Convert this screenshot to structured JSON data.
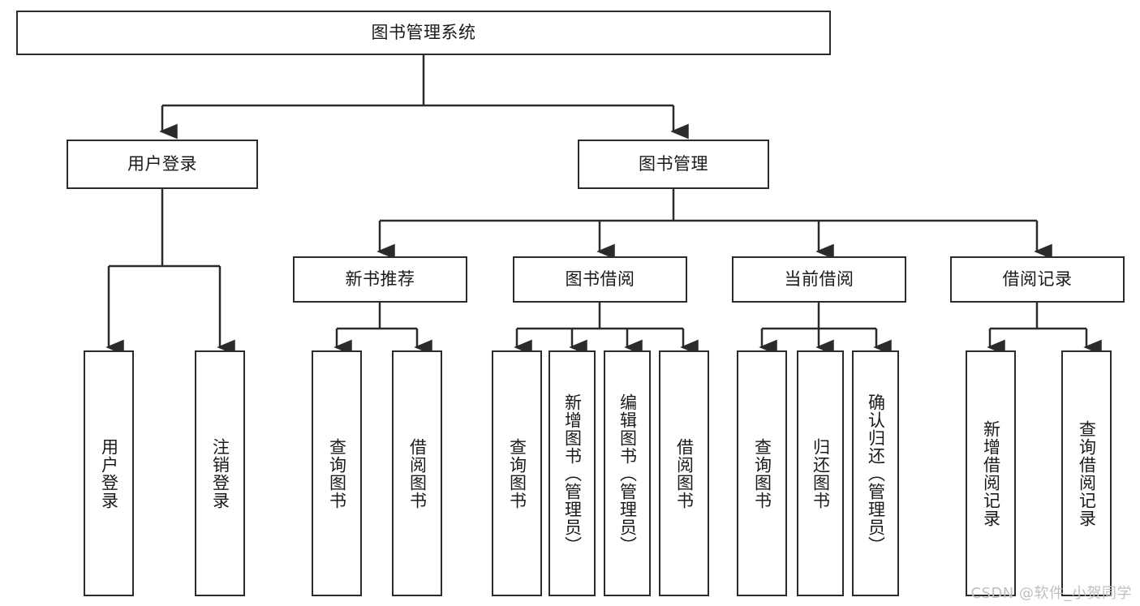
{
  "diagram": {
    "title": "图书管理系统",
    "watermark": "CSDN @软件_小贺同学",
    "root": {
      "label": "图书管理系统"
    },
    "level1": [
      {
        "label": "用户登录"
      },
      {
        "label": "图书管理"
      }
    ],
    "level2": [
      {
        "label": "新书推荐"
      },
      {
        "label": "图书借阅"
      },
      {
        "label": "当前借阅"
      },
      {
        "label": "借阅记录"
      }
    ],
    "leaves": [
      {
        "label": "用户登录"
      },
      {
        "label": "注销登录"
      },
      {
        "label": "查询图书"
      },
      {
        "label": "借阅图书"
      },
      {
        "label": "查询图书"
      },
      {
        "label": "新增图书（管理员）"
      },
      {
        "label": "编辑图书（管理员）"
      },
      {
        "label": "借阅图书"
      },
      {
        "label": "查询图书"
      },
      {
        "label": "归还图书"
      },
      {
        "label": "确认归还（管理员）"
      },
      {
        "label": "新增借阅记录"
      },
      {
        "label": "查询借阅记录"
      }
    ],
    "colors": {
      "stroke": "#2b2b2b",
      "fill": "#ffffff",
      "text": "#1a1a1a",
      "watermark": "#bfbfbf"
    }
  }
}
